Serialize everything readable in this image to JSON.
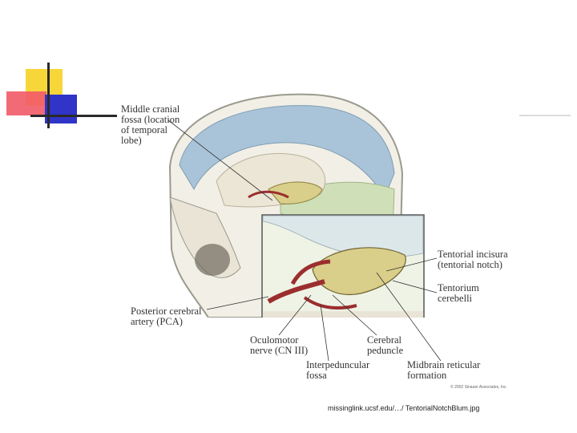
{
  "labels": {
    "middle_cranial_fossa": "Middle cranial\nfossa (location\nof temporal\nlobe)",
    "tentorial_incisura": "Tentorial incisura\n(tentorial notch)",
    "tentorium_cerebelli": "Tentorium\ncerebelli",
    "posterior_cerebral_artery": "Posterior cerebral\nartery (PCA)",
    "oculomotor_nerve": "Oculomotor\nnerve (CN III)",
    "cerebral_peduncle": "Cerebral\npeduncle",
    "interpeduncular_fossa": "Interpeduncular\nfossa",
    "midbrain_reticular_formation": "Midbrain reticular\nformation"
  },
  "copyright": "© 2002 Sinauer Associates, Inc.",
  "caption": "missinglink.ucsf.edu/…/ TentorialNotchBlum.jpg",
  "colors": {
    "accent_yellow": "#f7d63a",
    "accent_red": "#f25a68",
    "accent_blue": "#3034c8",
    "dura_blue": "#9fbfd6",
    "tentorium_green": "#c8dcb0",
    "artery_red": "#9b2e2e",
    "brainstem_yellow": "#d9cf8a"
  }
}
